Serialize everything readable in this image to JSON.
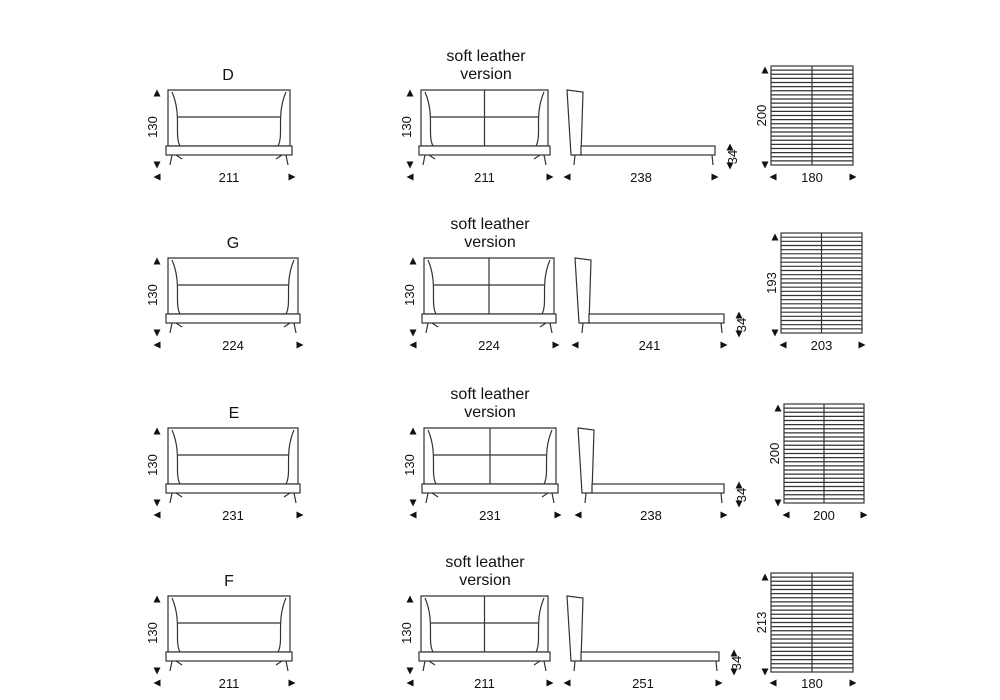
{
  "rows": [
    {
      "model": "D",
      "version_line1": "soft leather",
      "version_line2": "version",
      "height": "130",
      "front_width": "211",
      "soft_height": "130",
      "soft_width": "211",
      "side_length": "238",
      "frame_height": "34",
      "slat_length": "200",
      "slat_width": "180"
    },
    {
      "model": "G",
      "version_line1": "soft leather",
      "version_line2": "version",
      "height": "130",
      "front_width": "224",
      "soft_height": "130",
      "soft_width": "224",
      "side_length": "241",
      "frame_height": "34",
      "slat_length": "193",
      "slat_width": "203"
    },
    {
      "model": "E",
      "version_line1": "soft leather",
      "version_line2": "version",
      "height": "130",
      "front_width": "231",
      "soft_height": "130",
      "soft_width": "231",
      "side_length": "238",
      "frame_height": "34",
      "slat_length": "200",
      "slat_width": "200"
    },
    {
      "model": "F",
      "version_line1": "soft leather",
      "version_line2": "version",
      "height": "130",
      "front_width": "211",
      "soft_height": "130",
      "soft_width": "211",
      "side_length": "251",
      "frame_height": "34",
      "slat_length": "213",
      "slat_width": "180"
    }
  ]
}
